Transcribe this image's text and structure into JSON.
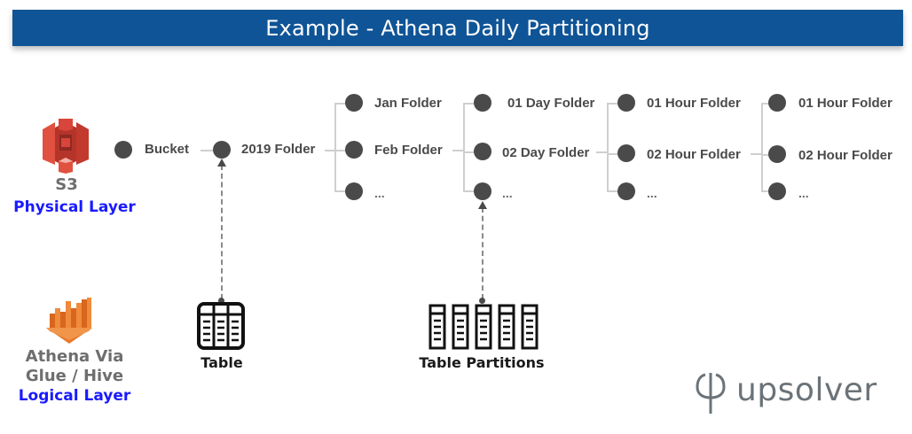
{
  "header": {
    "title": "Example - Athena Daily Partitioning",
    "background_color": "#0f5496"
  },
  "physical_layer": {
    "service": "S3",
    "role": "Physical Layer",
    "icon": "aws-s3-icon",
    "icon_color": "#d9453a"
  },
  "logical_layer": {
    "service_line1": "Athena Via",
    "service_line2": "Glue / Hive",
    "role": "Logical Layer",
    "icon": "aws-athena-icon",
    "icon_color": "#e8782a"
  },
  "tree": {
    "root": "Bucket",
    "year": "2019 Folder",
    "months": [
      "Jan Folder",
      "Feb Folder",
      "..."
    ],
    "days": [
      "01 Day Folder",
      "02 Day Folder",
      "..."
    ],
    "hours_a": [
      "01 Hour Folder",
      "02 Hour Folder",
      "..."
    ],
    "hours_b": [
      "01 Hour Folder",
      "02 Hour Folder",
      "..."
    ]
  },
  "logical_objects": {
    "table": {
      "label": "Table",
      "icon": "table-icon",
      "points_to": "2019 Folder"
    },
    "partitions": {
      "label": "Table Partitions",
      "icon": "table-partitions-icon",
      "count": 5,
      "points_to": "Day folders"
    }
  },
  "branding": {
    "logo_text": "upsolver",
    "logo_icon": "upsolver-phi-icon",
    "color": "#6b7378"
  },
  "colors": {
    "node": "#4a4a4a",
    "connector": "#cfcfcf",
    "role_text": "#1a1aff",
    "dashed_arrow": "#8a8a8a"
  }
}
